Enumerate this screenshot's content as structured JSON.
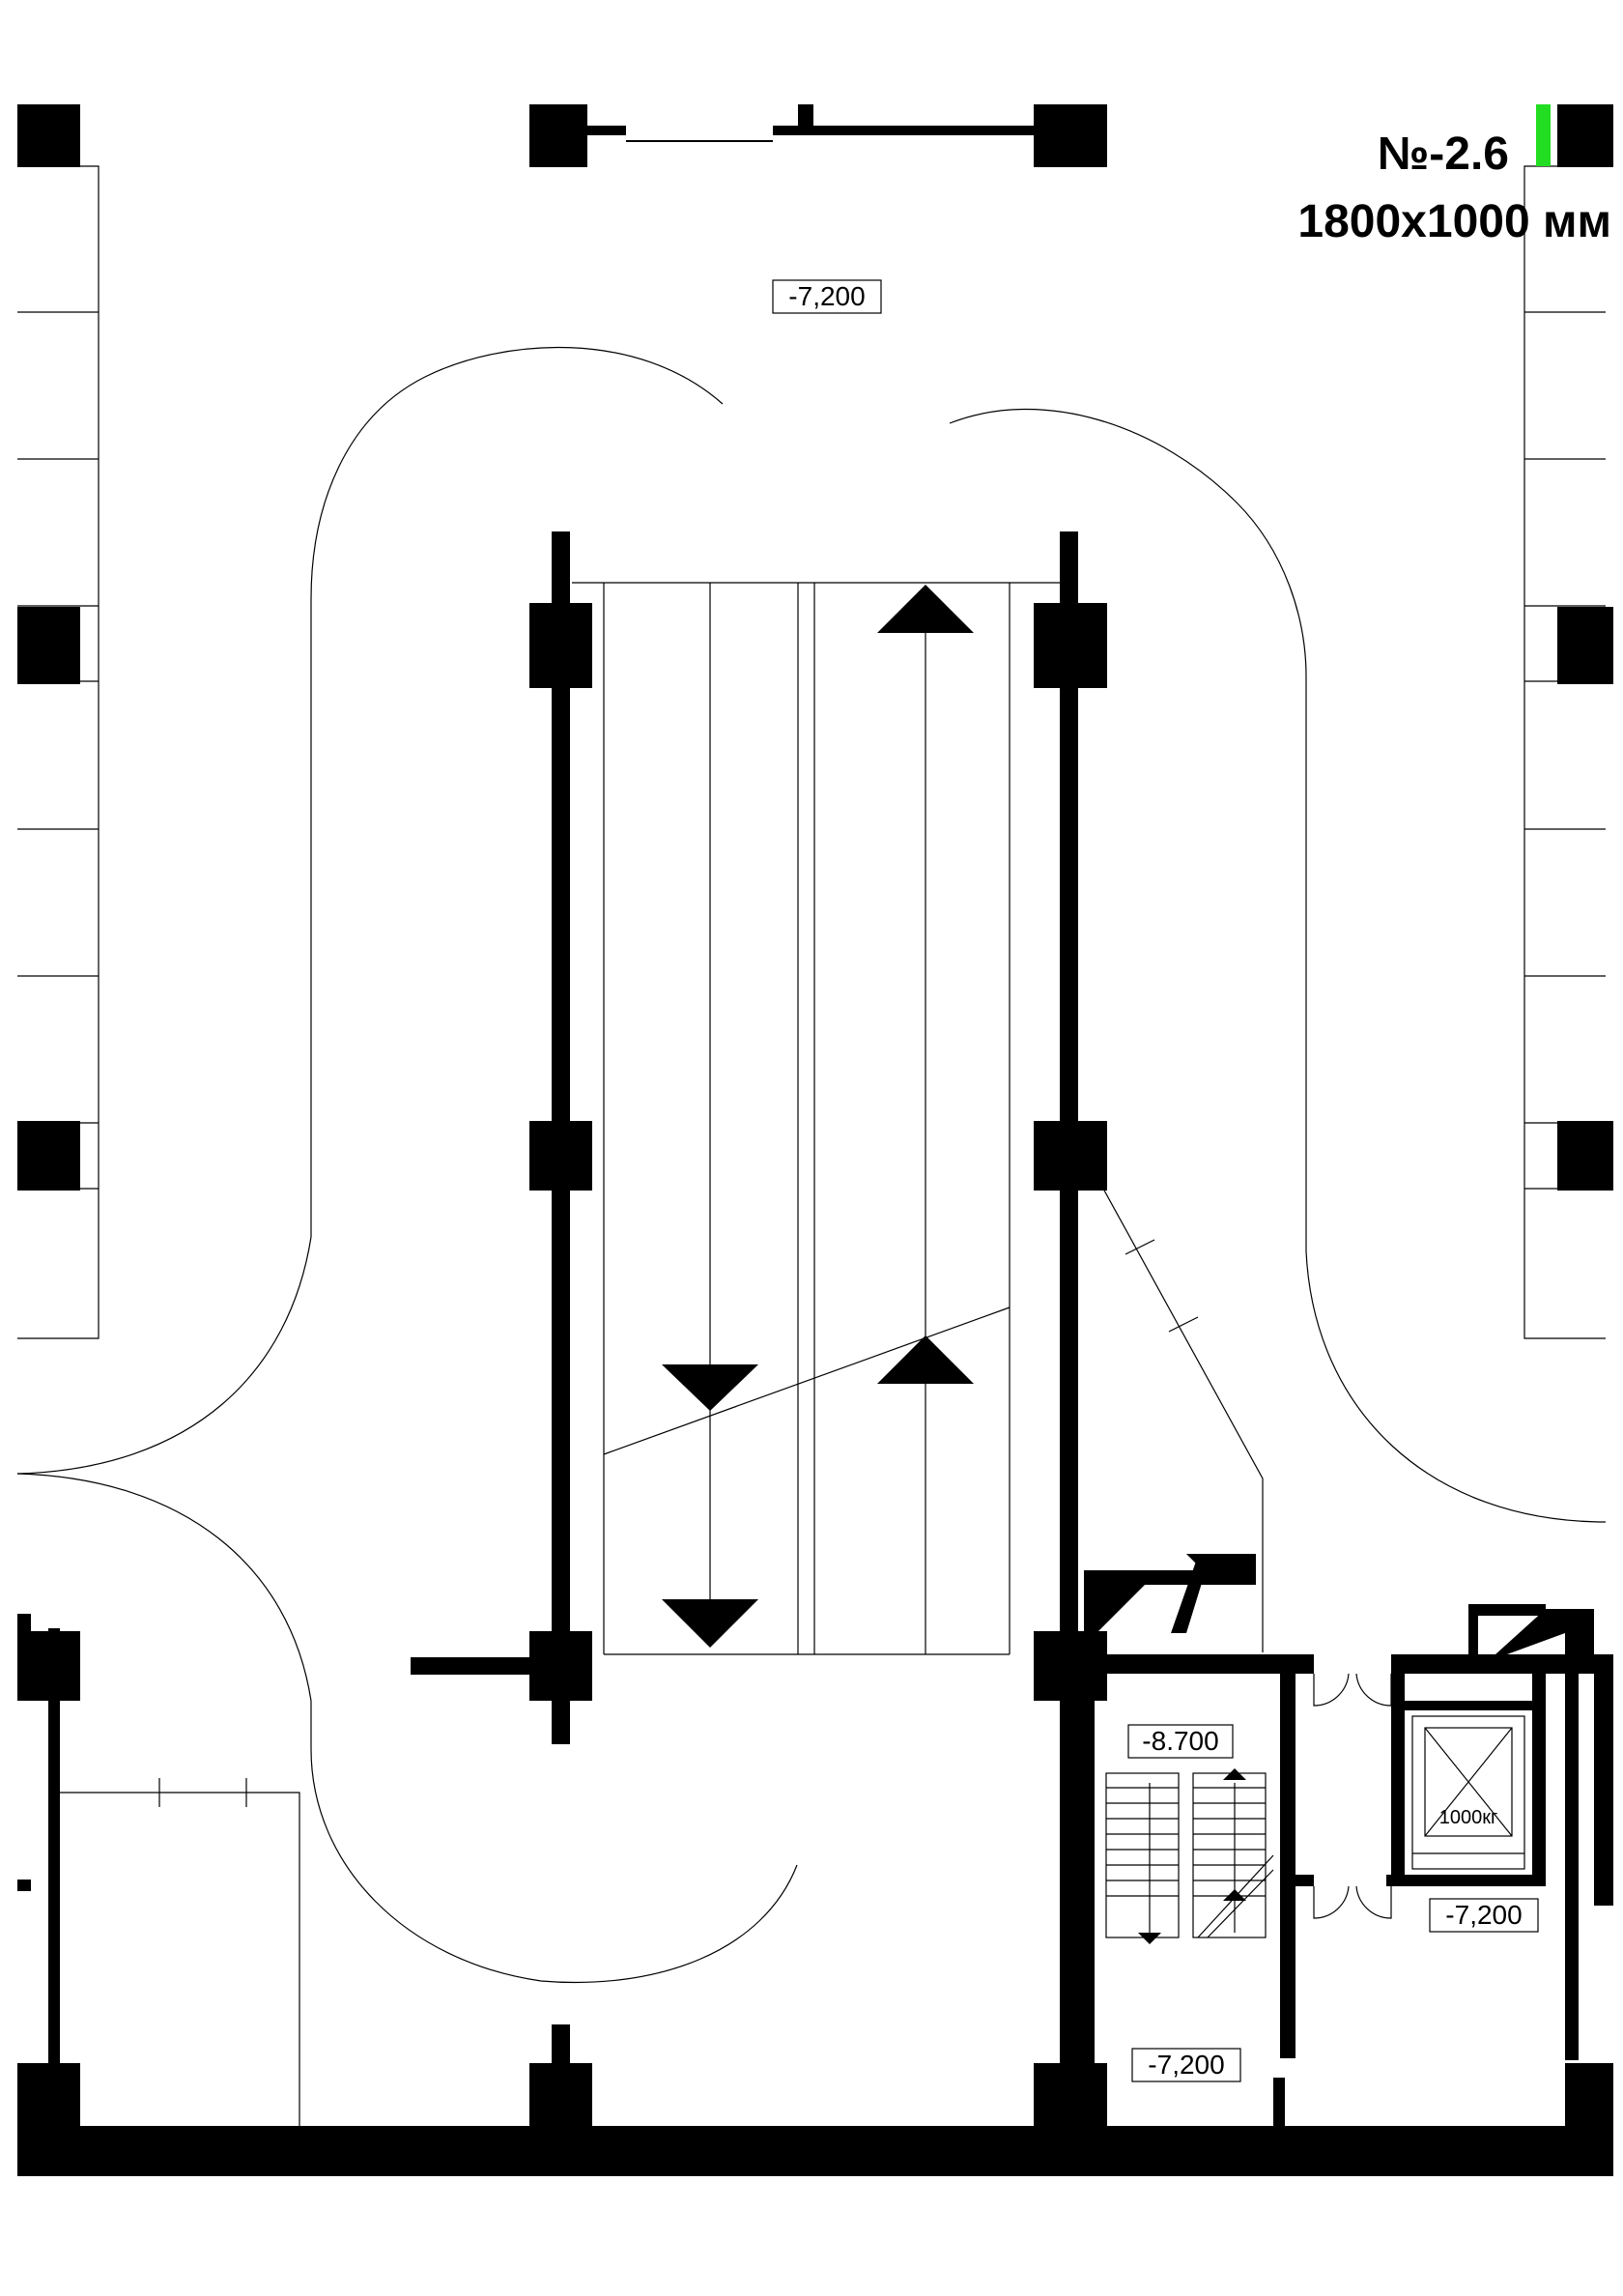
{
  "header": {
    "unit_number": "№-2.6",
    "dimensions": "1800x1000 мм"
  },
  "colors": {
    "highlight": "#22dd22",
    "wall": "#000000",
    "background": "#ffffff"
  },
  "levels": {
    "parking_top": "-7,200",
    "stair_upper": "-8.700",
    "stair_lower": "-7,200",
    "lobby": "-7,200"
  },
  "elevator": {
    "capacity": "1000кг"
  }
}
